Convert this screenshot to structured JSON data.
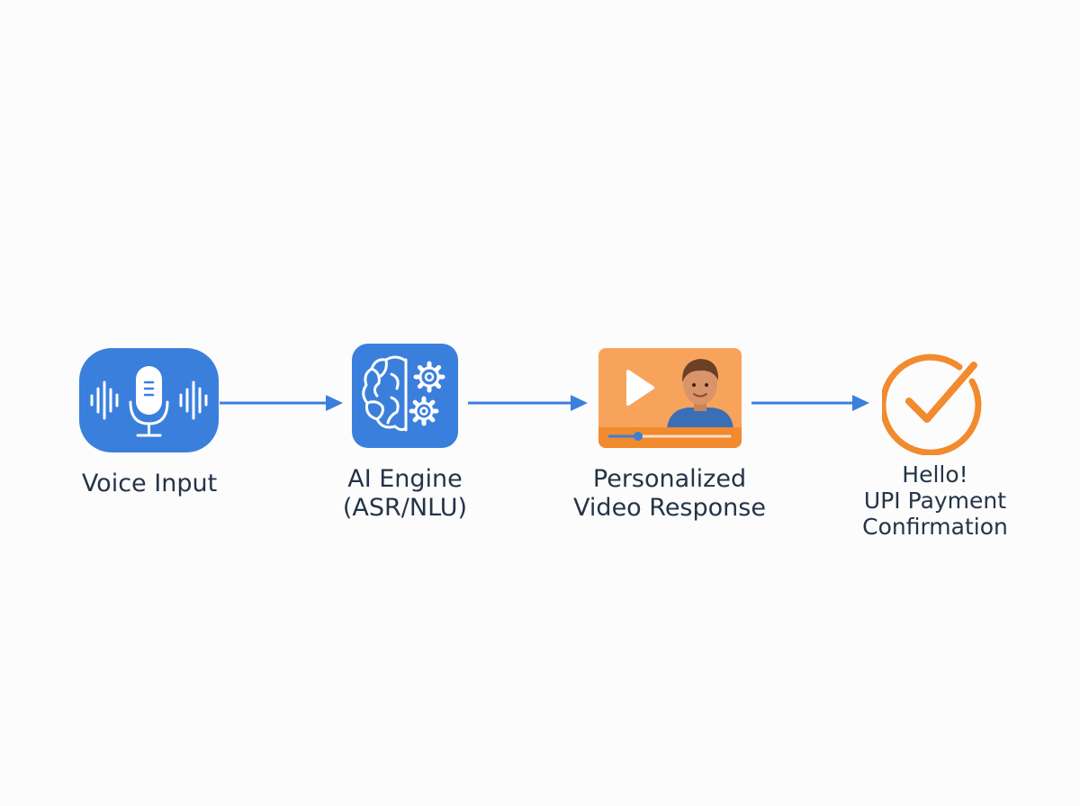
{
  "colors": {
    "primary_blue": "#3b7fdc",
    "orange": "#f28a2e",
    "light_orange": "#f7a35c",
    "text": "#243447",
    "background": "#fcfcfc"
  },
  "steps": [
    {
      "icon": "microphone-soundwave-icon",
      "label_lines": [
        "Voice Input"
      ]
    },
    {
      "icon": "brain-gears-icon",
      "label_lines": [
        "AI Engine",
        "(ASR/NLU)"
      ]
    },
    {
      "icon": "video-player-icon",
      "label_lines": [
        "Personalized",
        "Video Response"
      ]
    },
    {
      "icon": "checkmark-circle-icon",
      "label_lines": [
        "Hello!",
        "UPI Payment",
        "Confirmation"
      ]
    }
  ],
  "connectors": [
    "arrow-right-icon",
    "arrow-right-icon",
    "arrow-right-icon"
  ]
}
